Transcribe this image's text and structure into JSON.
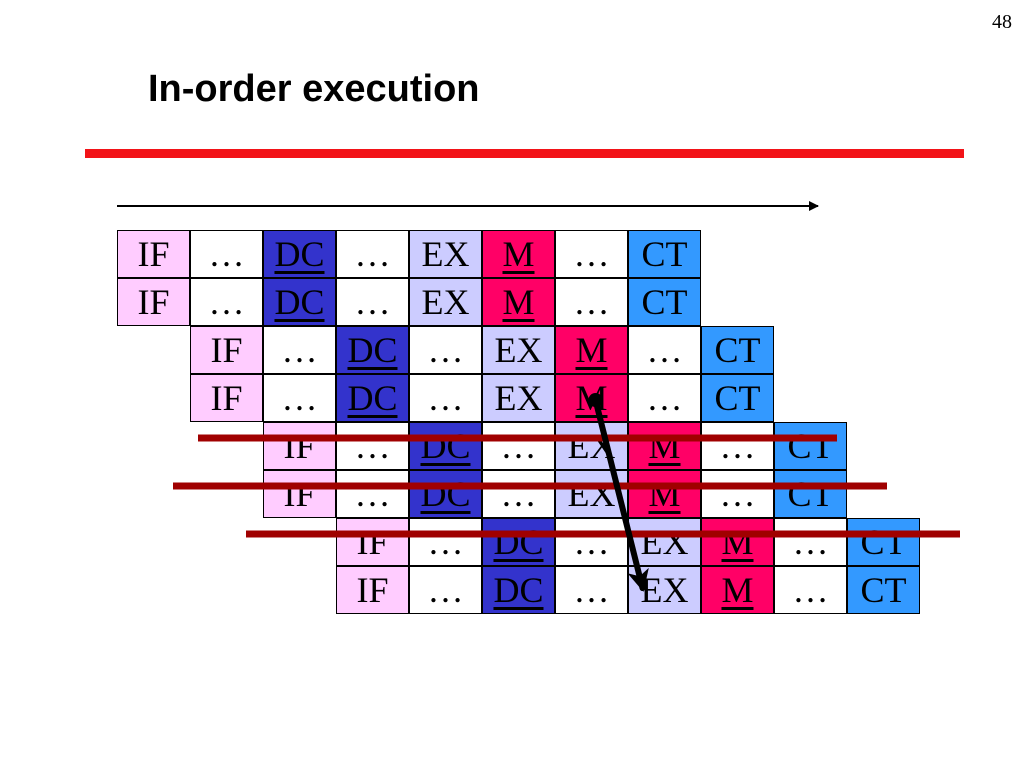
{
  "slide": {
    "number": "48",
    "title": "In-order execution"
  },
  "colors": {
    "title_rule": "#f21318",
    "IF": "#ffccff",
    "gap": "#ffffff",
    "DC": "#3333cc",
    "EX": "#ccccff",
    "M": "#ff0066",
    "CT": "#3399ff",
    "strike": "#a00000",
    "arrow": "#000000"
  },
  "pipeline": {
    "stage_labels": [
      "IF",
      "…",
      "DC",
      "…",
      "EX",
      "M",
      "…",
      "CT"
    ],
    "stage_kinds": [
      "IF",
      "gap",
      "DC",
      "gap",
      "EX",
      "M",
      "gap",
      "CT"
    ],
    "underlined_stages": [
      "DC",
      "M"
    ],
    "instruction_count": 8,
    "start_cycles": [
      0,
      0,
      1,
      1,
      2,
      2,
      3,
      3
    ],
    "struck_rows": [
      4,
      5,
      6
    ]
  },
  "dependency_arrow": {
    "from": {
      "instruction": 3,
      "stage": "M"
    },
    "to": {
      "instruction": 7,
      "stage": "EX"
    }
  }
}
